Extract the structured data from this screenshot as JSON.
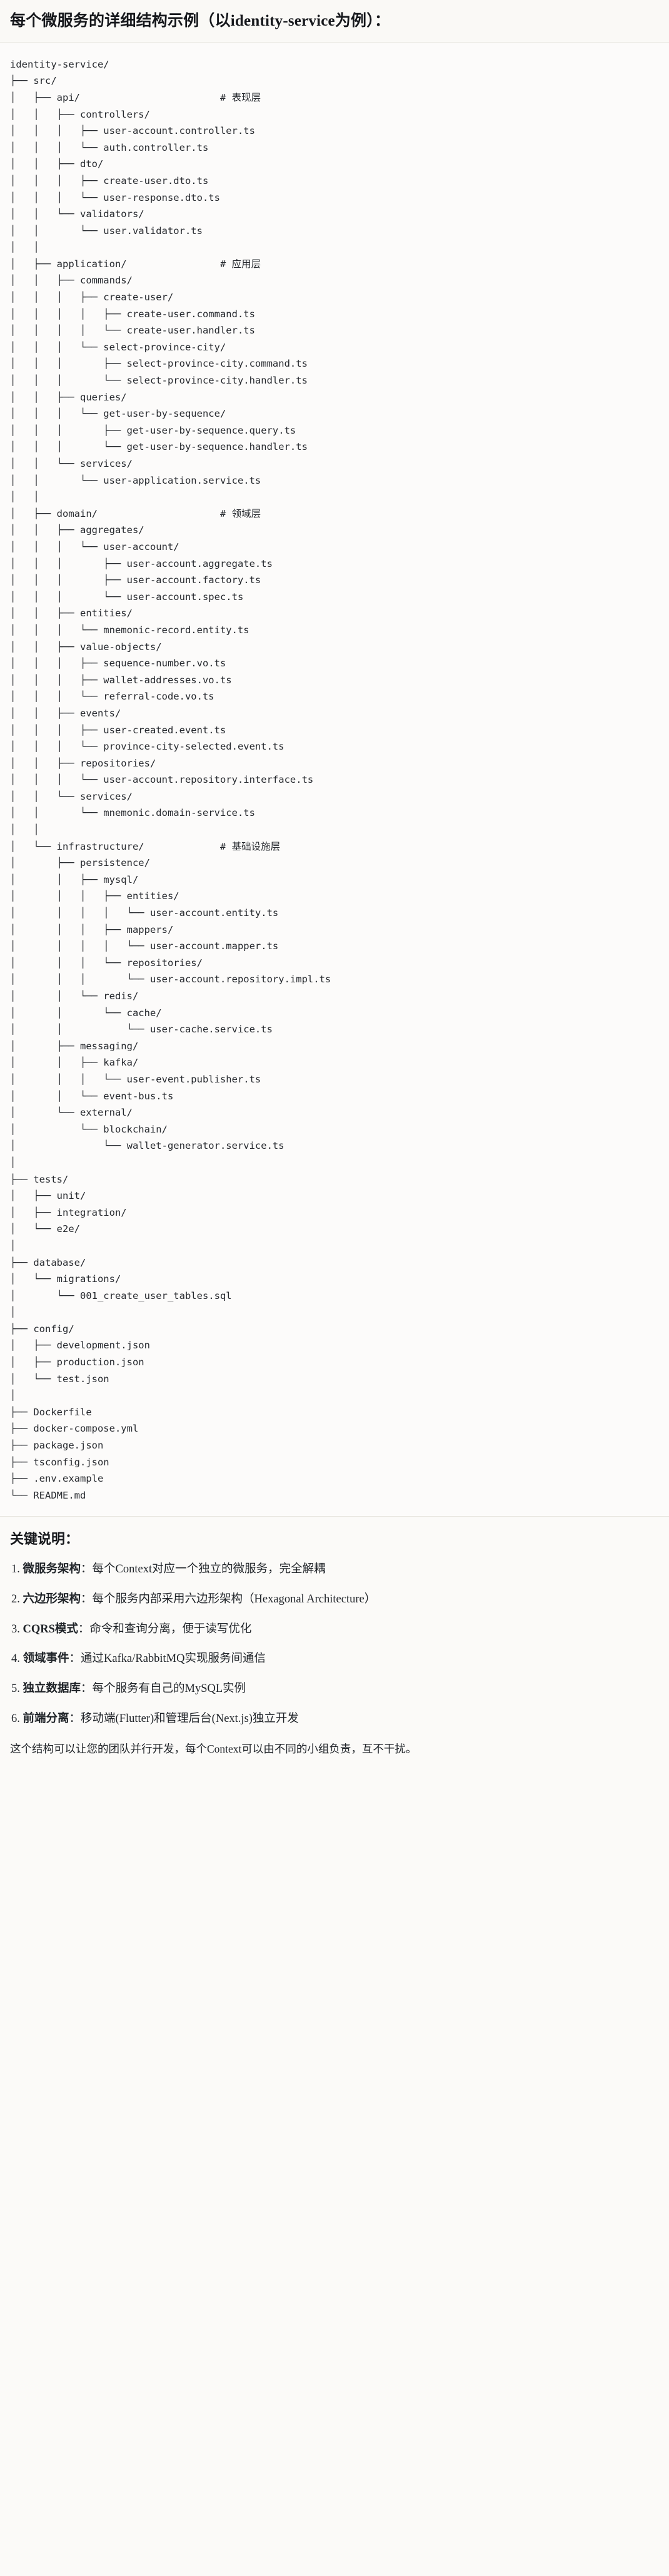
{
  "heading": {
    "title": "每个微服务的详细结构示例（以identity-service为例）："
  },
  "tree": {
    "root": "identity-service/",
    "text": "identity-service/\n├── src/\n│   ├── api/                        # 表现层\n│   │   ├── controllers/\n│   │   │   ├── user-account.controller.ts\n│   │   │   └── auth.controller.ts\n│   │   ├── dto/\n│   │   │   ├── create-user.dto.ts\n│   │   │   └── user-response.dto.ts\n│   │   └── validators/\n│   │       └── user.validator.ts\n│   │\n│   ├── application/                # 应用层\n│   │   ├── commands/\n│   │   │   ├── create-user/\n│   │   │   │   ├── create-user.command.ts\n│   │   │   │   └── create-user.handler.ts\n│   │   │   └── select-province-city/\n│   │   │       ├── select-province-city.command.ts\n│   │   │       └── select-province-city.handler.ts\n│   │   ├── queries/\n│   │   │   └── get-user-by-sequence/\n│   │   │       ├── get-user-by-sequence.query.ts\n│   │   │       └── get-user-by-sequence.handler.ts\n│   │   └── services/\n│   │       └── user-application.service.ts\n│   │\n│   ├── domain/                     # 领域层\n│   │   ├── aggregates/\n│   │   │   └── user-account/\n│   │   │       ├── user-account.aggregate.ts\n│   │   │       ├── user-account.factory.ts\n│   │   │       └── user-account.spec.ts\n│   │   ├── entities/\n│   │   │   └── mnemonic-record.entity.ts\n│   │   ├── value-objects/\n│   │   │   ├── sequence-number.vo.ts\n│   │   │   ├── wallet-addresses.vo.ts\n│   │   │   └── referral-code.vo.ts\n│   │   ├── events/\n│   │   │   ├── user-created.event.ts\n│   │   │   └── province-city-selected.event.ts\n│   │   ├── repositories/\n│   │   │   └── user-account.repository.interface.ts\n│   │   └── services/\n│   │       └── mnemonic.domain-service.ts\n│   │\n│   └── infrastructure/             # 基础设施层\n│       ├── persistence/\n│       │   ├── mysql/\n│       │   │   ├── entities/\n│       │   │   │   └── user-account.entity.ts\n│       │   │   ├── mappers/\n│       │   │   │   └── user-account.mapper.ts\n│       │   │   └── repositories/\n│       │   │       └── user-account.repository.impl.ts\n│       │   └── redis/\n│       │       └── cache/\n│       │           └── user-cache.service.ts\n│       ├── messaging/\n│       │   ├── kafka/\n│       │   │   └── user-event.publisher.ts\n│       │   └── event-bus.ts\n│       └── external/\n│           └── blockchain/\n│               └── wallet-generator.service.ts\n│\n├── tests/\n│   ├── unit/\n│   ├── integration/\n│   └── e2e/\n│\n├── database/\n│   └── migrations/\n│       └── 001_create_user_tables.sql\n│\n├── config/\n│   ├── development.json\n│   ├── production.json\n│   └── test.json\n│\n├── Dockerfile\n├── docker-compose.yml\n├── package.json\n├── tsconfig.json\n├── .env.example\n└── README.md",
    "layer_comments": [
      "# 表现层",
      "# 应用层",
      "# 领域层",
      "# 基础设施层"
    ]
  },
  "notes": {
    "title": "关键说明：",
    "items": [
      {
        "key": "微服务架构",
        "sep": "：",
        "desc": "每个Context对应一个独立的微服务，完全解耦"
      },
      {
        "key": "六边形架构",
        "sep": "：",
        "desc": "每个服务内部采用六边形架构（Hexagonal Architecture）"
      },
      {
        "key": "CQRS模式",
        "sep": "：",
        "desc": "命令和查询分离，便于读写优化"
      },
      {
        "key": "领域事件",
        "sep": "：",
        "desc": "通过Kafka/RabbitMQ实现服务间通信"
      },
      {
        "key": "独立数据库",
        "sep": "：",
        "desc": "每个服务有自己的MySQL实例"
      },
      {
        "key": "前端分离",
        "sep": "：",
        "desc": "移动端(Flutter)和管理后台(Next.js)独立开发"
      }
    ],
    "closing": "这个结构可以让您的团队并行开发，每个Context可以由不同的小组负责，互不干扰。"
  },
  "colors": {
    "background": "#fbfaf8",
    "code_background": "#fcfbfa",
    "text": "#1f2328",
    "border": "#e7e5df"
  }
}
